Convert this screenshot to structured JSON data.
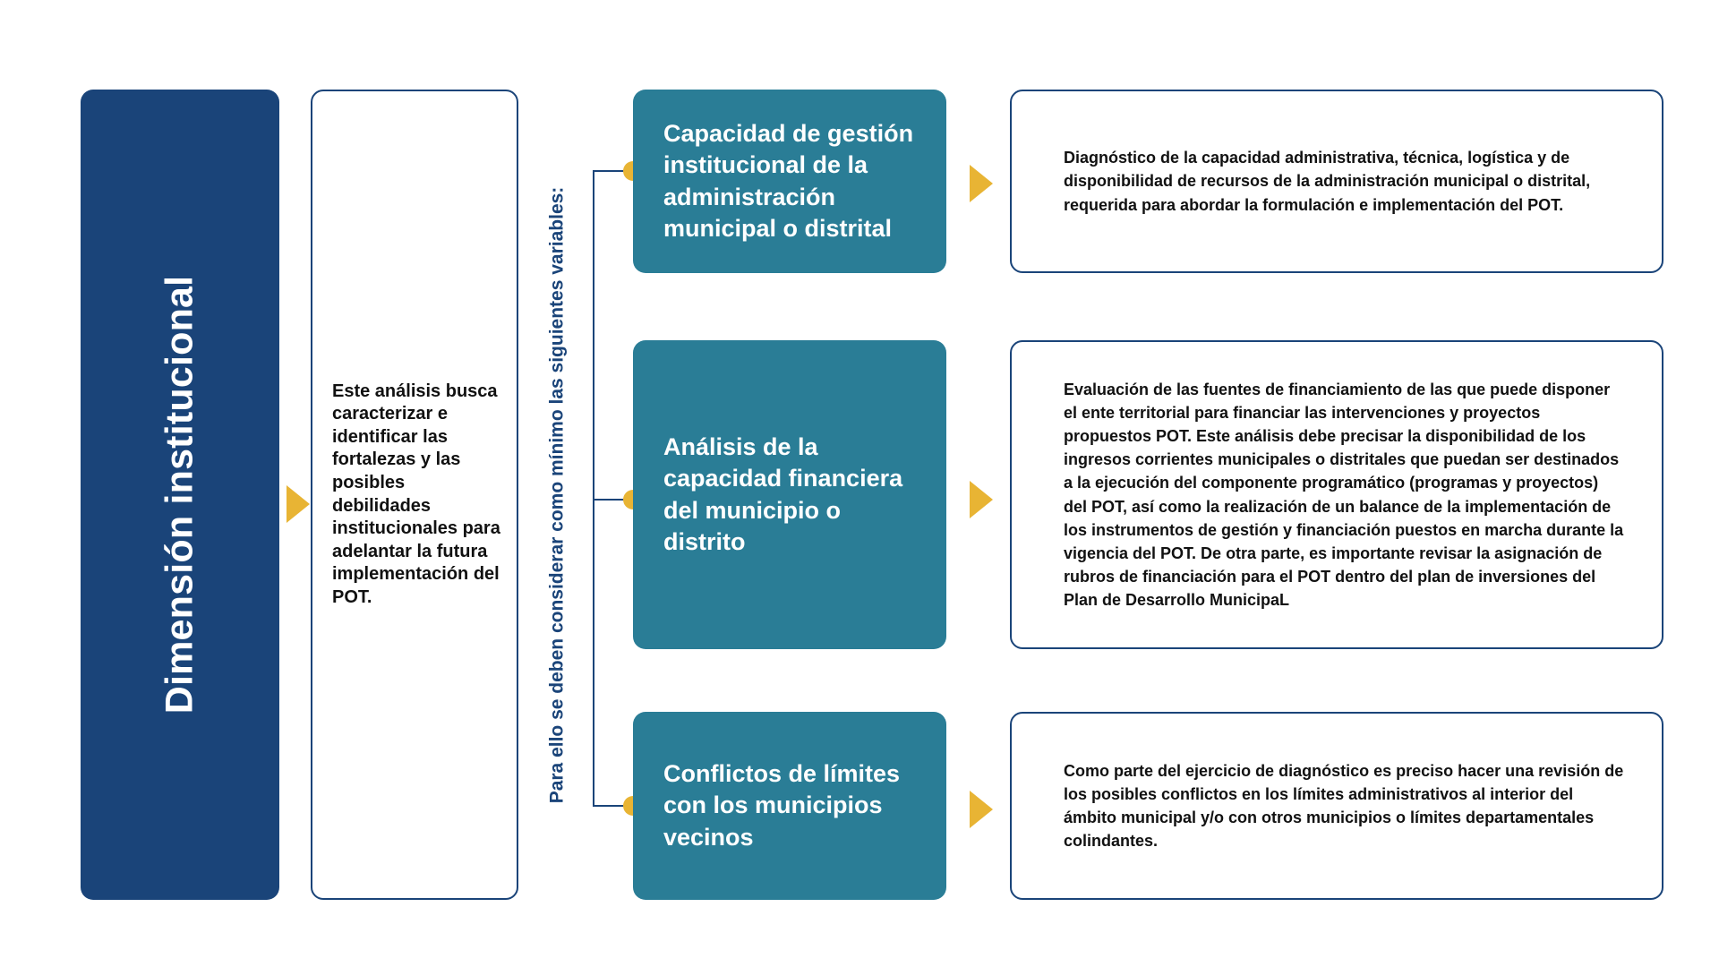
{
  "dimension": {
    "title": "Dimensión institucional",
    "intro": "Este análisis busca caracterizar e identificar las fortalezas y las posibles debilidades institucionales para adelantar la futura implementación del POT."
  },
  "connector": {
    "caption": "Para ello se deben considerar como mínimo las siguientes variables:"
  },
  "variables": [
    {
      "title": "Capacidad de gestión institucional de la administración municipal o distrital",
      "detail": "Diagnóstico de la capacidad administrativa, técnica, logística y de disponibilidad de recursos de la administración municipal o distrital, requerida para abordar la formulación e implementación del POT."
    },
    {
      "title": "Análisis de la capacidad financiera del municipio o distrito",
      "detail": "Evaluación de las fuentes de financiamiento de las que puede disponer el ente territorial para financiar las intervenciones y proyectos propuestos POT. Este análisis debe precisar la disponibilidad de los ingresos corrientes  municipales o distritales que puedan ser destinados a la ejecución del componente programático (programas y proyectos) del POT, así como la realización de un balance de la implementación de los instrumentos de gestión y financiación puestos en marcha durante la vigencia del POT. De otra parte, es importante revisar la asignación de rubros de financiación para el POT dentro del plan de inversiones del Plan de Desarrollo MunicipaL"
    },
    {
      "title": "Conflictos de límites con los municipios vecinos",
      "detail": "Como parte del ejercicio de diagnóstico es preciso hacer una revisión de los posibles conflictos en los límites administrativos al interior del ámbito municipal y/o con otros municipios o límites departamentales colindantes."
    }
  ],
  "colors": {
    "dark_blue": "#1a4479",
    "teal": "#2a7d96",
    "gold": "#e8b434",
    "white": "#ffffff",
    "text_black": "#111111"
  }
}
